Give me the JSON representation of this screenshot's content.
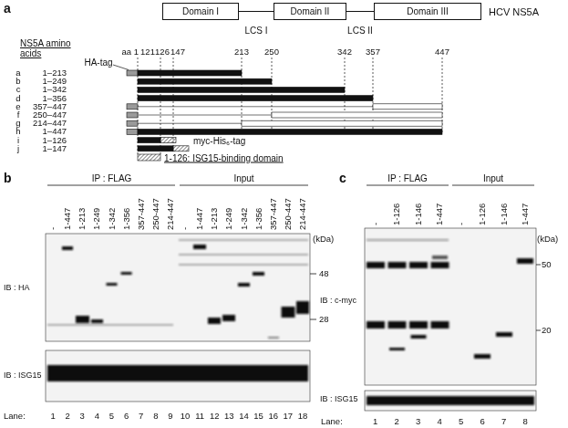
{
  "diagram": {
    "nodes": [
      {
        "text": [
          "Domain I"
        ]
      },
      {
        "text": [
          "Domain II"
        ]
      },
      {
        "text": [
          "Domain III"
        ]
      }
    ],
    "edges": [
      {
        "from": 0,
        "to": 1,
        "label": "LCS I",
        "arrow": "none"
      },
      {
        "from": 1,
        "to": 2,
        "label": "LCS II",
        "arrow": "none"
      }
    ],
    "labels": [
      "a",
      "HCV NS5A",
      "NS5A amino acids",
      "aa 1",
      "121",
      "126",
      "147",
      "213",
      "250",
      "342",
      "357",
      "447",
      "HA-tag",
      "a",
      "b",
      "c",
      "d",
      "e",
      "f",
      "g",
      "h",
      "i",
      "j",
      "1–213",
      "1–249",
      "1–342",
      "1–356",
      "357–447",
      "250–447",
      "214–447",
      "1–447",
      "1–126",
      "1–147",
      "myc-His₆-tag",
      "1-126: ISG15-binding domain",
      "b",
      "IP : FLAG",
      "Input",
      "-",
      "1-447",
      "1-213",
      "1-249",
      "1-342",
      "1-356",
      "357-447",
      "250-447",
      "214-447",
      "-",
      "1-447",
      "1-213",
      "1-249",
      "1-342",
      "1-356",
      "357-447",
      "250-447",
      "214-447",
      "(kDa)",
      "48",
      "28",
      "IB : HA",
      "IB : ISG15",
      "Lane:",
      "1",
      "2",
      "3",
      "4",
      "5",
      "6",
      "7",
      "8",
      "9",
      "10",
      "11",
      "12",
      "13",
      "14",
      "15",
      "16",
      "17",
      "18",
      "c",
      "IP : FLAG",
      "Input",
      "-",
      "1-126",
      "1-146",
      "1-447",
      "-",
      "1-126",
      "1-146",
      "1-447",
      "(kDa)",
      "50",
      "20",
      "IB : c-myc",
      "IB : ISG15",
      "Lane:",
      "1",
      "2",
      "3",
      "4",
      "5",
      "6",
      "7",
      "8"
    ]
  }
}
